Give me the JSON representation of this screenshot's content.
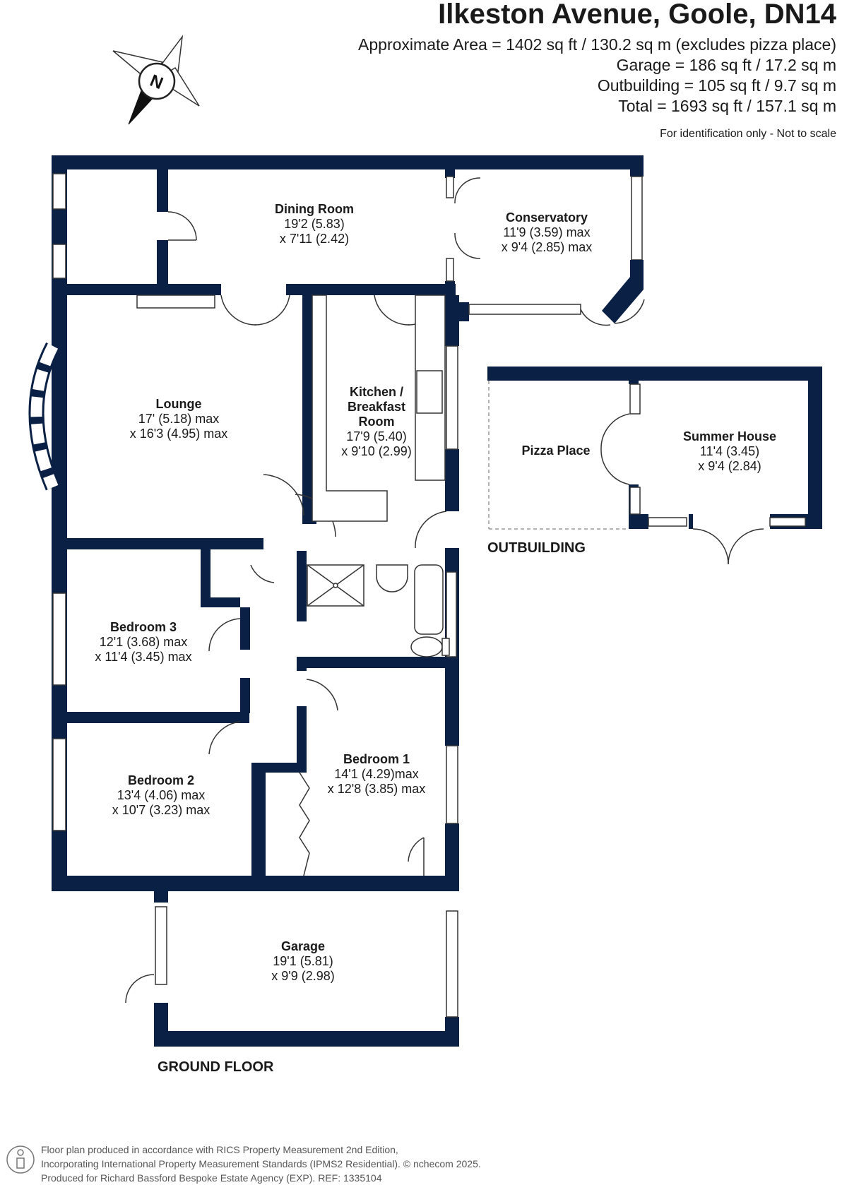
{
  "header": {
    "title": "Ilkeston Avenue, Goole, DN14",
    "area_lines": [
      "Approximate Area = 1402 sq ft / 130.2 sq m (excludes pizza place)",
      "Garage = 186 sq ft / 17.2 sq m",
      "Outbuilding = 105 sq ft / 9.7 sq m",
      "Total = 1693 sq ft / 157.1 sq m"
    ],
    "note": "For identification only - Not to scale"
  },
  "compass": {
    "label": "N"
  },
  "colors": {
    "wall": "#0b2045",
    "window": "#ffffff",
    "line": "#333333"
  },
  "rooms": {
    "dining": {
      "name": "Dining Room",
      "dim1": "19'2 (5.83)",
      "dim2": "x 7'11 (2.42)"
    },
    "conservatory": {
      "name": "Conservatory",
      "dim1": "11'9 (3.59) max",
      "dim2": "x 9'4 (2.85) max"
    },
    "lounge": {
      "name": "Lounge",
      "dim1": "17' (5.18) max",
      "dim2": "x 16'3 (4.95) max"
    },
    "kitchen": {
      "name1": "Kitchen /",
      "name2": "Breakfast",
      "name3": "Room",
      "dim1": "17'9 (5.40)",
      "dim2": "x 9'10 (2.99)"
    },
    "pizza": {
      "name": "Pizza Place"
    },
    "summer": {
      "name": "Summer House",
      "dim1": "11'4 (3.45)",
      "dim2": "x 9'4 (2.84)"
    },
    "bedroom3": {
      "name": "Bedroom 3",
      "dim1": "12'1 (3.68) max",
      "dim2": "x 11'4 (3.45) max"
    },
    "bedroom2": {
      "name": "Bedroom 2",
      "dim1": "13'4 (4.06) max",
      "dim2": "x 10'7 (3.23) max"
    },
    "bedroom1": {
      "name": "Bedroom 1",
      "dim1": "14'1 (4.29)max",
      "dim2": "x 12'8 (3.85) max"
    },
    "garage": {
      "name": "Garage",
      "dim1": "19'1 (5.81)",
      "dim2": "x 9'9 (2.98)"
    }
  },
  "labels": {
    "outbuilding": "OUTBUILDING",
    "floor": "GROUND FLOOR"
  },
  "footer": {
    "line1": "Floor plan produced in accordance with RICS Property Measurement 2nd Edition,",
    "line2": "Incorporating International Property Measurement Standards (IPMS2 Residential).  © n⁣checom 2025.",
    "line3": "Produced for Richard Bassford Bespoke Estate Agency (EXP).   REF:   1335104"
  }
}
